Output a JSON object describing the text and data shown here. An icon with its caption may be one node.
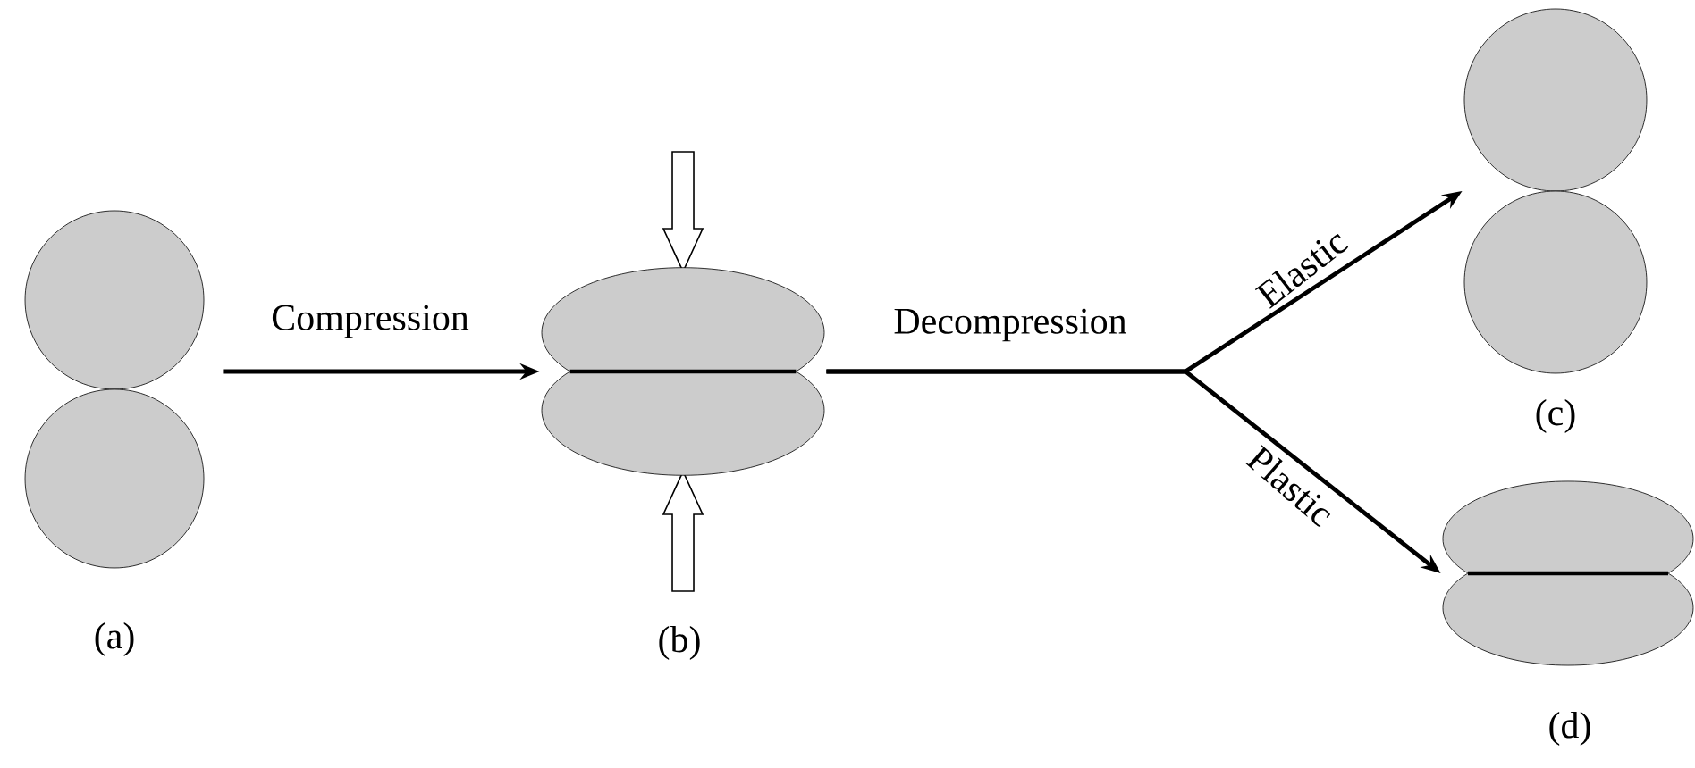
{
  "diagram": {
    "nodes": [
      {
        "text": [],
        "shape": "circle",
        "beside": [
          "(a)"
        ]
      },
      {
        "text": [],
        "shape": "ellipse",
        "beside": [
          "(b)"
        ]
      },
      {
        "text": [],
        "shape": "circle",
        "beside": [
          "(c)"
        ]
      },
      {
        "text": [],
        "shape": "ellipse",
        "beside": [
          "(d)"
        ]
      }
    ],
    "edges": [
      {
        "from": 0,
        "to": 1,
        "arrow": "to",
        "label": "Compression"
      },
      {
        "from": 1,
        "to": 2,
        "arrow": "to",
        "label": "Elastic"
      },
      {
        "from": 1,
        "to": 3,
        "arrow": "to",
        "label": "Plastic"
      }
    ],
    "labels": [
      "Decompression"
    ]
  }
}
